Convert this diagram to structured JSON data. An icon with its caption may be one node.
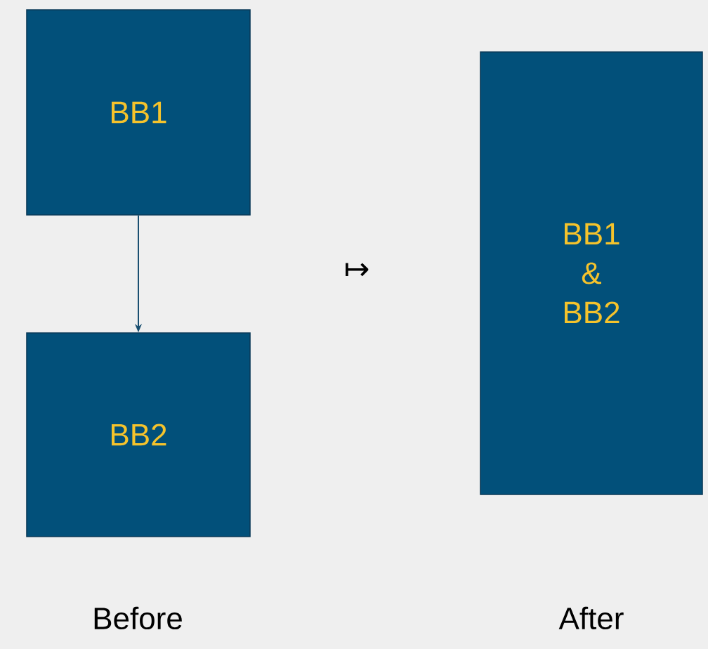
{
  "diagram": {
    "nodes": [
      {
        "text": [
          "BB1"
        ]
      },
      {
        "text": [
          "BB2"
        ]
      },
      {
        "text": [
          "BB1 & BB2"
        ]
      }
    ],
    "edges": [
      {
        "from": 0,
        "to": 1,
        "arrow": "to"
      }
    ],
    "labels": [
      "↦",
      "Before",
      "After"
    ]
  }
}
